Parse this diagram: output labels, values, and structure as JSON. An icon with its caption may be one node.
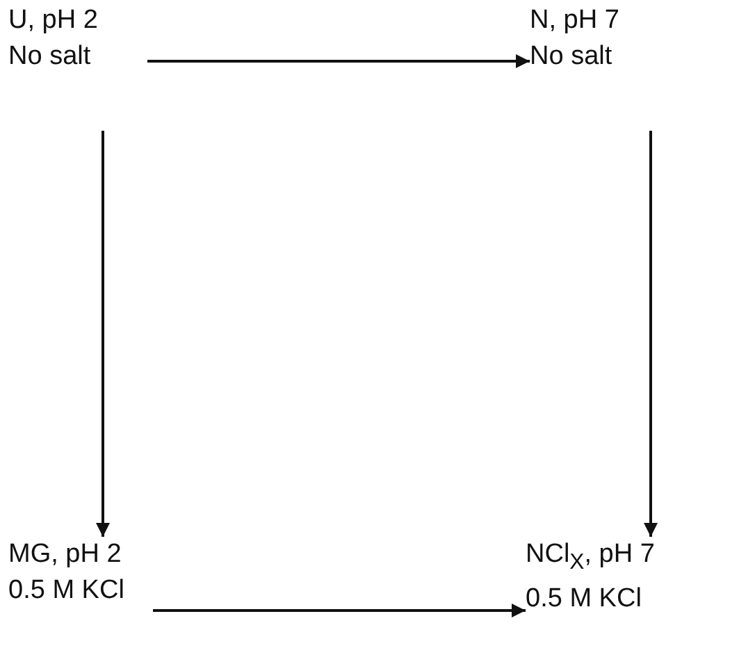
{
  "diagram": {
    "nodes": [
      {
        "text": [
          "U, pH 2",
          "No salt"
        ]
      },
      {
        "text": [
          "N, pH 7",
          "No salt"
        ]
      },
      {
        "text": [
          "MG, pH 2",
          "0.5 M KCl"
        ]
      },
      {
        "text": [
          "NCl$_{X}$, pH 7",
          "0.5 M KCl"
        ]
      }
    ],
    "edges": [
      {
        "from": 0,
        "to": 1,
        "arrow": "to"
      },
      {
        "from": 0,
        "to": 2,
        "arrow": "to"
      },
      {
        "from": 1,
        "to": 3,
        "arrow": "to"
      },
      {
        "from": 2,
        "to": 3,
        "arrow": "to"
      }
    ]
  }
}
